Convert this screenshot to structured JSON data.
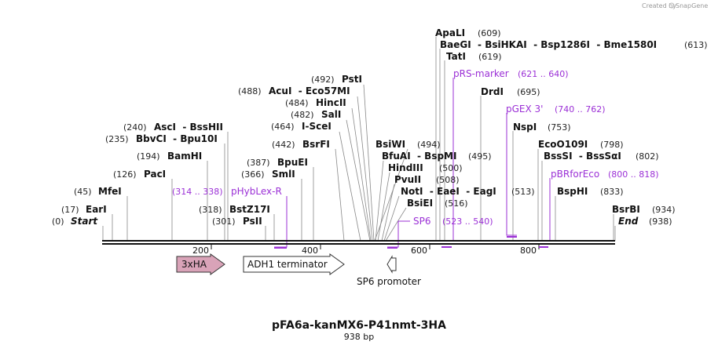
{
  "app": {
    "credit": "Created by",
    "brand": "SnapGene"
  },
  "plasmid": {
    "name": "pFA6a-kanMX6-P41nmt-3HA",
    "length_label": "938 bp"
  },
  "scale": {
    "ticks": [
      "200",
      "400",
      "600",
      "800"
    ]
  },
  "sites": [
    {
      "name": "ApaLI",
      "pos": "(609)"
    },
    {
      "name": "BaeGI  - BsiHKAI  - Bsp1286I  - Bme1580I",
      "pos": "(613)"
    },
    {
      "name": "TatI",
      "pos": "(619)"
    },
    {
      "name": "DrdI",
      "pos": "(695)"
    },
    {
      "name": "NspI",
      "pos": "(753)"
    },
    {
      "name": "EcoO109I",
      "pos": "(798)"
    },
    {
      "name": "BssSI  - BssSαI",
      "pos": "(802)"
    },
    {
      "name": "BspHI",
      "pos": "(833)"
    },
    {
      "name": "BsrBI",
      "pos": "(934)"
    },
    {
      "name": "End",
      "pos": "(938)"
    },
    {
      "name": "PstI",
      "pos": "(492)"
    },
    {
      "name": "AcuI  - Eco57MI",
      "pos": "(488)"
    },
    {
      "name": "HincII",
      "pos": "(484)"
    },
    {
      "name": "SalI",
      "pos": "(482)"
    },
    {
      "name": "I-SceI",
      "pos": "(464)"
    },
    {
      "name": "BsrFI",
      "pos": "(442)"
    },
    {
      "name": "BsiWI",
      "pos": "(494)"
    },
    {
      "name": "BfuAI  - BspMI",
      "pos": "(495)"
    },
    {
      "name": "HindIII",
      "pos": "(500)"
    },
    {
      "name": "PvuII",
      "pos": "(508)"
    },
    {
      "name": "NotI  - EaeI  - EagI",
      "pos": "(513)"
    },
    {
      "name": "BsiEI",
      "pos": "(516)"
    },
    {
      "name": "AscI  - BssHII",
      "pos": "(240)"
    },
    {
      "name": "BbvCI  - Bpu10I",
      "pos": "(235)"
    },
    {
      "name": "BamHI",
      "pos": "(194)"
    },
    {
      "name": "PacI",
      "pos": "(126)"
    },
    {
      "name": "MfeI",
      "pos": "(45)"
    },
    {
      "name": "EarI",
      "pos": "(17)"
    },
    {
      "name": "Start",
      "pos": "(0)"
    },
    {
      "name": "BpuEI",
      "pos": "(387)"
    },
    {
      "name": "SmlI",
      "pos": "(366)"
    },
    {
      "name": "BstZ17I",
      "pos": "(318)"
    },
    {
      "name": "PsII",
      "pos": "(301)"
    }
  ],
  "primers": [
    {
      "name": "pRS-marker",
      "range": "(621 .. 640)"
    },
    {
      "name": "pGEX 3'",
      "range": "(740 .. 762)"
    },
    {
      "name": "pBRforEco",
      "range": "(800 .. 818)"
    },
    {
      "name": "pHybLex-R",
      "range": "(314 .. 338)"
    },
    {
      "name": "SP6",
      "range": "(523 .. 540)"
    }
  ],
  "features": [
    {
      "name": "3xHA"
    },
    {
      "name": "ADH1 terminator"
    },
    {
      "name": "SP6 promoter"
    }
  ],
  "colors": {
    "primer": "#9b30d6",
    "ha_feature": "#d9a3b8",
    "credit_gray": "#999999"
  }
}
